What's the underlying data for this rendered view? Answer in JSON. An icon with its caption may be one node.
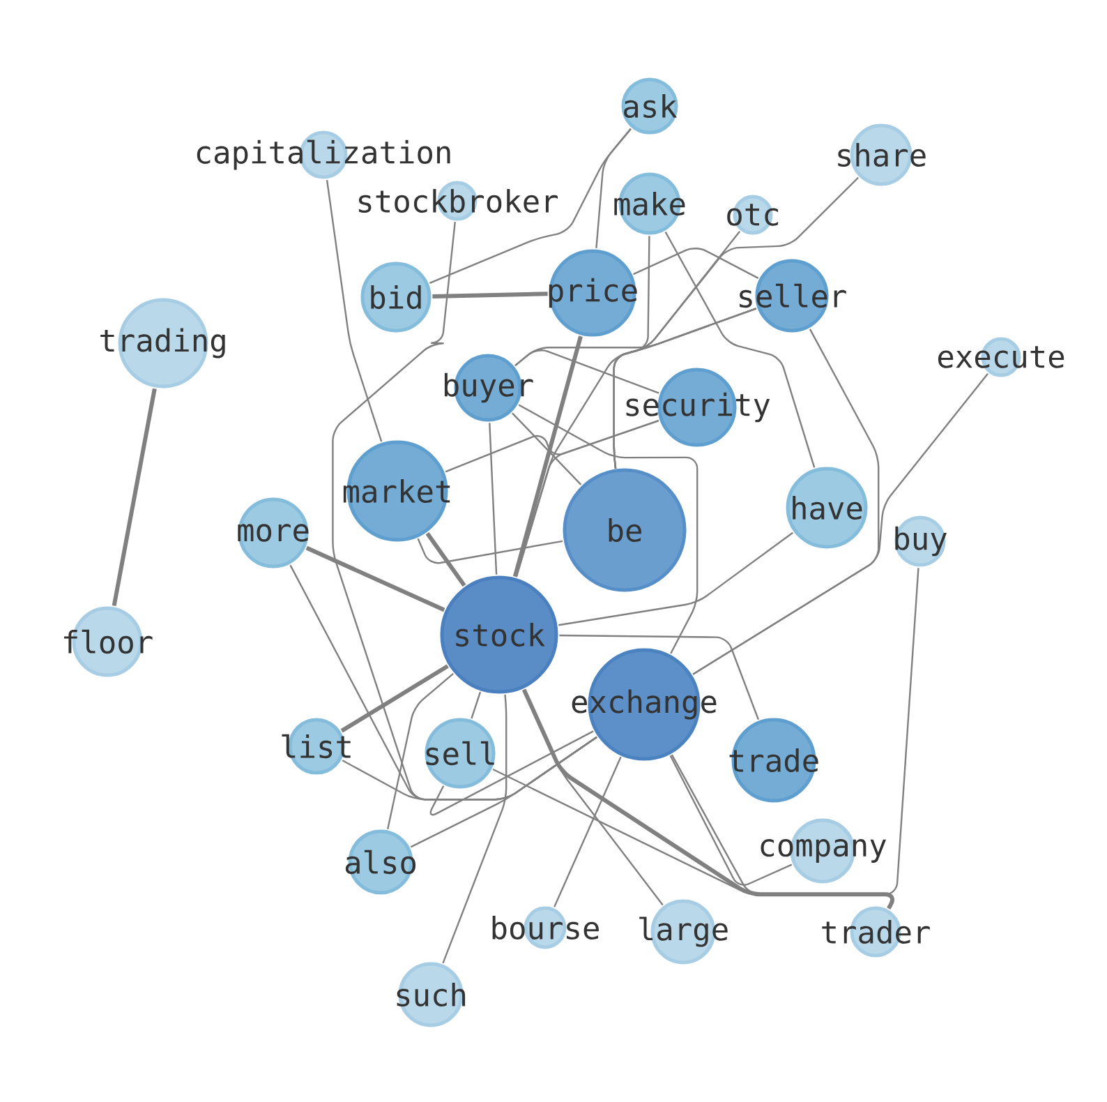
{
  "diagram": {
    "nodes": [
      {
        "text": [
          "ask"
        ]
      },
      {
        "text": [
          "capitalization"
        ]
      },
      {
        "text": [
          "share"
        ]
      },
      {
        "text": [
          "stockbroker"
        ]
      },
      {
        "text": [
          "make"
        ]
      },
      {
        "text": [
          "otc"
        ]
      },
      {
        "text": [
          "bid"
        ]
      },
      {
        "text": [
          "price"
        ]
      },
      {
        "text": [
          "seller"
        ]
      },
      {
        "text": [
          "trading"
        ]
      },
      {
        "text": [
          "buyer"
        ]
      },
      {
        "text": [
          "execute"
        ]
      },
      {
        "text": [
          "security"
        ]
      },
      {
        "text": [
          "market"
        ]
      },
      {
        "text": [
          "be"
        ]
      },
      {
        "text": [
          "have"
        ]
      },
      {
        "text": [
          "more"
        ]
      },
      {
        "text": [
          "buy"
        ]
      },
      {
        "text": [
          "stock"
        ]
      },
      {
        "text": [
          "exchange"
        ]
      },
      {
        "text": [
          "floor"
        ]
      },
      {
        "text": [
          "trade"
        ]
      },
      {
        "text": [
          "sell"
        ]
      },
      {
        "text": [
          "list"
        ]
      },
      {
        "text": [
          "company"
        ]
      },
      {
        "text": [
          "also"
        ]
      },
      {
        "text": [
          "trader"
        ]
      },
      {
        "text": [
          "bourse"
        ]
      },
      {
        "text": [
          "large"
        ]
      },
      {
        "text": [
          "such"
        ]
      }
    ],
    "edges": [
      {
        "from": 0,
        "to": 6,
        "arrow": "none"
      },
      {
        "from": 0,
        "to": 7,
        "arrow": "none"
      },
      {
        "from": 6,
        "to": 7,
        "arrow": "none",
        "style": "thick"
      },
      {
        "from": 7,
        "to": 8,
        "arrow": "none"
      },
      {
        "from": 10,
        "to": 8,
        "arrow": "none"
      },
      {
        "from": 1,
        "to": 13,
        "arrow": "none"
      },
      {
        "from": 3,
        "to": 19,
        "arrow": "none"
      },
      {
        "from": 4,
        "to": 14,
        "arrow": "none"
      },
      {
        "from": 4,
        "to": 15,
        "arrow": "none"
      },
      {
        "from": 5,
        "to": 14,
        "arrow": "none"
      },
      {
        "from": 2,
        "to": 14,
        "arrow": "none"
      },
      {
        "from": 8,
        "to": 14,
        "arrow": "none"
      },
      {
        "from": 8,
        "to": 18,
        "arrow": "none"
      },
      {
        "from": 8,
        "to": 19,
        "arrow": "none"
      },
      {
        "from": 7,
        "to": 18,
        "arrow": "none",
        "style": "thick"
      },
      {
        "from": 10,
        "to": 14,
        "arrow": "none"
      },
      {
        "from": 10,
        "to": 18,
        "arrow": "none"
      },
      {
        "from": 10,
        "to": 19,
        "arrow": "none"
      },
      {
        "from": 10,
        "to": 12,
        "arrow": "none"
      },
      {
        "from": 13,
        "to": 12,
        "arrow": "none"
      },
      {
        "from": 13,
        "to": 14,
        "arrow": "none"
      },
      {
        "from": 13,
        "to": 18,
        "arrow": "none",
        "style": "thick"
      },
      {
        "from": 12,
        "to": 18,
        "arrow": "none"
      },
      {
        "from": 16,
        "to": 18,
        "arrow": "none",
        "style": "thick"
      },
      {
        "from": 16,
        "to": 19,
        "arrow": "none"
      },
      {
        "from": 23,
        "to": 18,
        "arrow": "none",
        "style": "thick"
      },
      {
        "from": 23,
        "to": 19,
        "arrow": "none"
      },
      {
        "from": 17,
        "to": 22,
        "arrow": "none"
      },
      {
        "from": 25,
        "to": 18,
        "arrow": "none"
      },
      {
        "from": 25,
        "to": 19,
        "arrow": "none"
      },
      {
        "from": 29,
        "to": 18,
        "arrow": "none"
      },
      {
        "from": 27,
        "to": 19,
        "arrow": "none"
      },
      {
        "from": 28,
        "to": 18,
        "arrow": "none"
      },
      {
        "from": 26,
        "to": 18,
        "arrow": "none",
        "style": "thick"
      },
      {
        "from": 26,
        "to": 19,
        "arrow": "none"
      },
      {
        "from": 24,
        "to": 19,
        "arrow": "none"
      },
      {
        "from": 21,
        "to": 18,
        "arrow": "none"
      },
      {
        "from": 15,
        "to": 18,
        "arrow": "none"
      },
      {
        "from": 11,
        "to": 19,
        "arrow": "none"
      },
      {
        "from": 22,
        "to": 18,
        "arrow": "none"
      },
      {
        "from": 22,
        "to": 19,
        "arrow": "none"
      },
      {
        "from": 9,
        "to": 20,
        "arrow": "none",
        "style": "thick"
      }
    ]
  }
}
